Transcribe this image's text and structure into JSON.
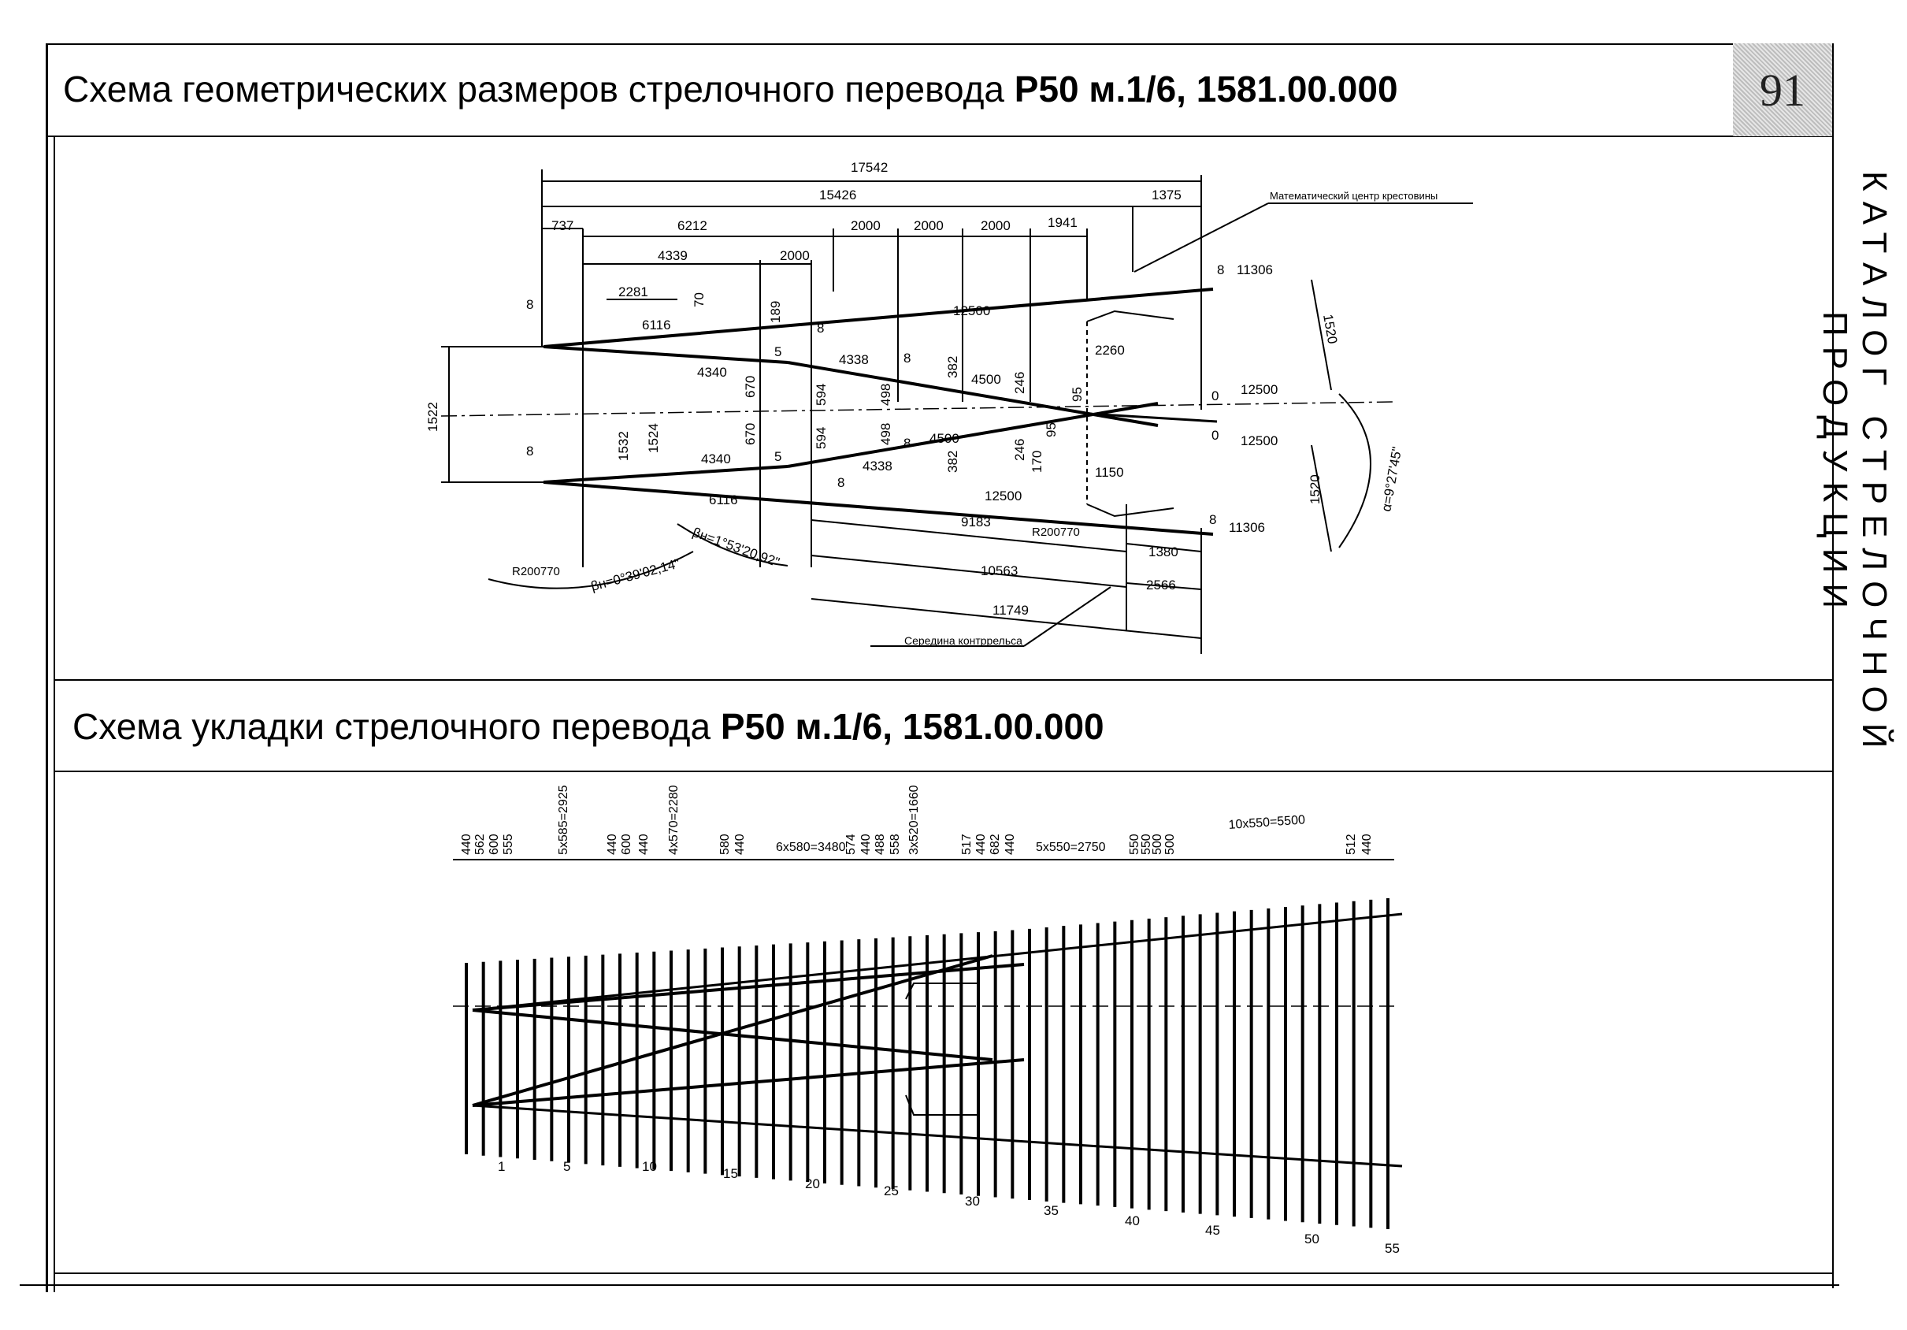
{
  "header": {
    "title1_text": "Схема геометрических размеров стрелочного перевода ",
    "title1_bold": "Р50 м.1/6, 1581.00.000",
    "page_number": "91",
    "side_caption": "КАТАЛОГ СТРЕЛОЧНОЙ ПРОДУКЦИИ"
  },
  "section2": {
    "title_text": "Схема укладки стрелочного перевода ",
    "title_bold": "Р50 м.1/6, 1581.00.000"
  },
  "geometry_drawing": {
    "labels": {
      "l17542": "17542",
      "l15426": "15426",
      "l1375": "1375",
      "l737": "737",
      "l6212": "6212",
      "l2000a": "2000",
      "l2000b": "2000",
      "l2000c": "2000",
      "l1941": "1941",
      "l4339": "4339",
      "l2000d": "2000",
      "l2281": "2281",
      "l6116a": "6116",
      "l6116b": "6116",
      "l70": "70",
      "l189": "189",
      "l8a": "8",
      "l8b": "8",
      "l8c": "8",
      "l8d": "8",
      "l8e": "8",
      "l8f": "8",
      "l8g": "8",
      "l8h": "8",
      "l5a": "5",
      "l5b": "5",
      "l12500a": "12500",
      "l12500b": "12500",
      "l12500c": "12500",
      "l12500d": "12500",
      "l11306a": "11306",
      "l11306b": "11306",
      "l1520a": "1520",
      "l1520b": "1520",
      "l4340a": "4340",
      "l4340b": "4340",
      "l670a": "670",
      "l670b": "670",
      "l594a": "594",
      "l594b": "594",
      "l4338a": "4338",
      "l4338b": "4338",
      "l498a": "498",
      "l498b": "498",
      "l382a": "382",
      "l382b": "382",
      "l4500a": "4500",
      "l4500b": "4500",
      "l246a": "246",
      "l246b": "246",
      "l95a": "95",
      "l95b": "95",
      "l170": "170",
      "l2260": "2260",
      "l1150": "1150",
      "l0a": "0",
      "l0b": "0",
      "l1522": "1522",
      "l1532": "1532",
      "l1524": "1524",
      "l9183": "9183",
      "l1380": "1380",
      "l10563": "10563",
      "l2566": "2566",
      "l11749": "11749",
      "r200770a": "R200770",
      "r200770b": "R200770",
      "beta1": "βн=0°39'02,14\"",
      "beta2": "βн=1°53'20,92\"",
      "alpha": "α=9°27'45\"",
      "math_center": "Математический центр крестовины",
      "guard_middle": "Середина контррельса"
    }
  },
  "layout_drawing": {
    "top_labels": {
      "t440a": "440",
      "t562": "562",
      "t600a": "600",
      "t555": "555",
      "t5x585": "5x585=2925",
      "t440b": "440",
      "t600b": "600",
      "t440c": "440",
      "t4x570": "4x570=2280",
      "t580": "580",
      "t440d": "440",
      "t6x580": "6x580=3480",
      "t574": "574",
      "t440e": "440",
      "t488": "488",
      "t558": "558",
      "t3x520": "3x520=1660",
      "t517": "517",
      "t440f": "440",
      "t682": "682",
      "t440g": "440",
      "t5x550": "5x550=2750",
      "t550a": "550",
      "t550b": "550",
      "t500a": "500",
      "t500b": "500",
      "t10x550": "10x550=5500",
      "t512": "512",
      "t440h": "440"
    },
    "sleeper_numbers": [
      "1",
      "5",
      "10",
      "15",
      "20",
      "25",
      "30",
      "35",
      "40",
      "45",
      "50",
      "55"
    ]
  }
}
